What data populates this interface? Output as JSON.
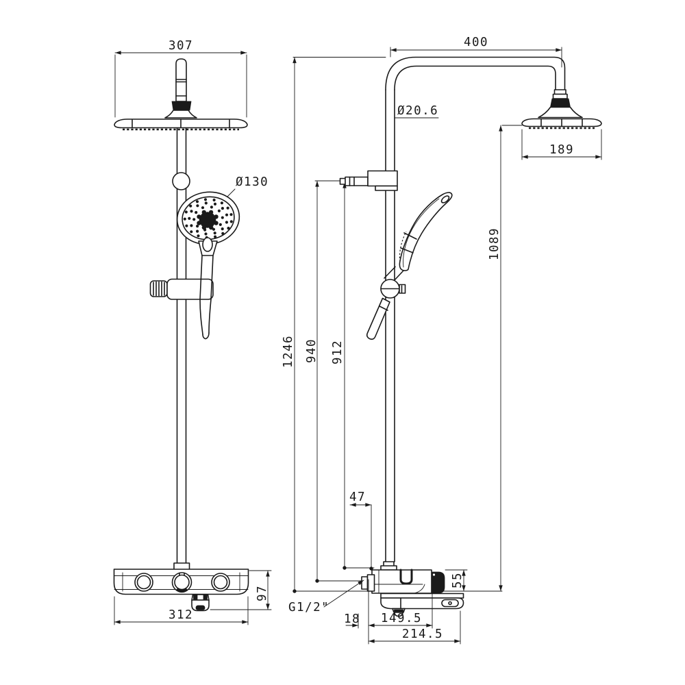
{
  "drawing": {
    "description": "shower-system-technical-drawing",
    "background": "#ffffff",
    "line_color": "#1a1a1a",
    "views": {
      "front": "front-view",
      "side": "side-view"
    },
    "dimensions": {
      "front_head_width": "307",
      "hand_shower_diameter": "Ø130",
      "front_body_width": "312",
      "front_body_height": "97",
      "arm_reach": "400",
      "riser_pipe_diameter": "Ø20.6",
      "side_head_width": "189",
      "head_to_base_height": "1089",
      "overall_height": "1246",
      "riser_height": "940",
      "bar_height": "912",
      "bracket_offset": "47",
      "body_side_height": "55",
      "wall_to_inlet": "18",
      "spout_center_reach": "149.5",
      "overall_depth": "214.5",
      "inlet_thread": "G1/2\""
    }
  }
}
